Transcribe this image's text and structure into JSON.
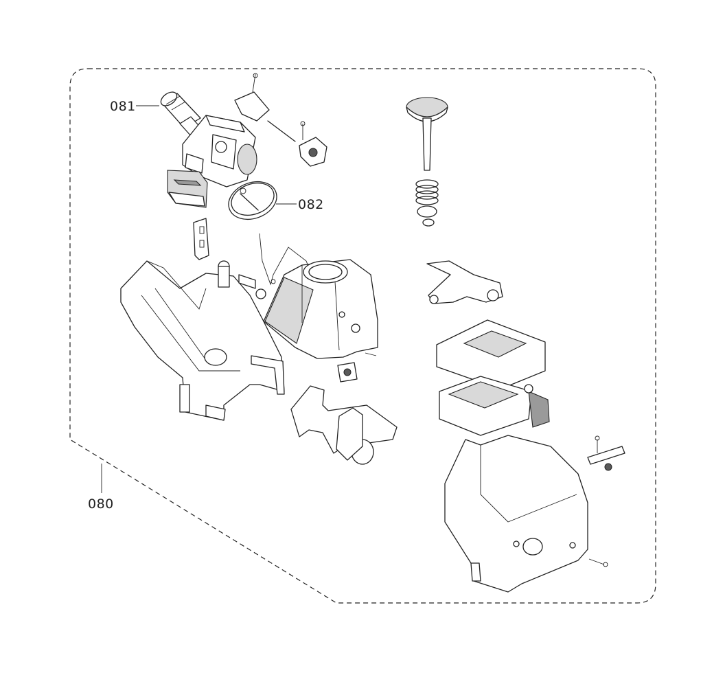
{
  "diagram": {
    "callouts": [
      {
        "id": "080",
        "label": "080"
      },
      {
        "id": "081",
        "label": "081"
      },
      {
        "id": "082",
        "label": "082"
      }
    ],
    "colors": {
      "line": "#222222",
      "background": "#ffffff",
      "shade": "#9a9a9a"
    }
  }
}
